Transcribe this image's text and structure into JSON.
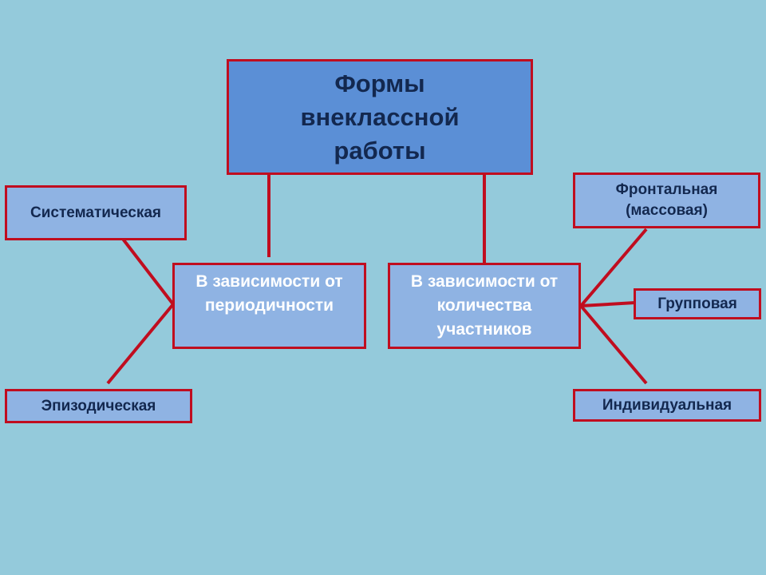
{
  "title": "Формы внеклассной работы",
  "branches": {
    "periodicity": "В зависимости от периодичности",
    "participants": "В зависимости от количества участников"
  },
  "leaves": {
    "systematic": "Систематическая",
    "episodic": "Эпизодическая",
    "frontal": "Фронтальная (массовая)",
    "group": "Групповая",
    "individual": "Индивидуальная"
  },
  "colors": {
    "background": "#94cadb",
    "title_fill": "#5b8fd6",
    "box_fill": "#8fb3e3",
    "border": "#c00d1f",
    "connector": "#c00d1f",
    "title_text": "#13284f",
    "branch_text": "#ffffff",
    "leaf_text": "#13284f"
  }
}
